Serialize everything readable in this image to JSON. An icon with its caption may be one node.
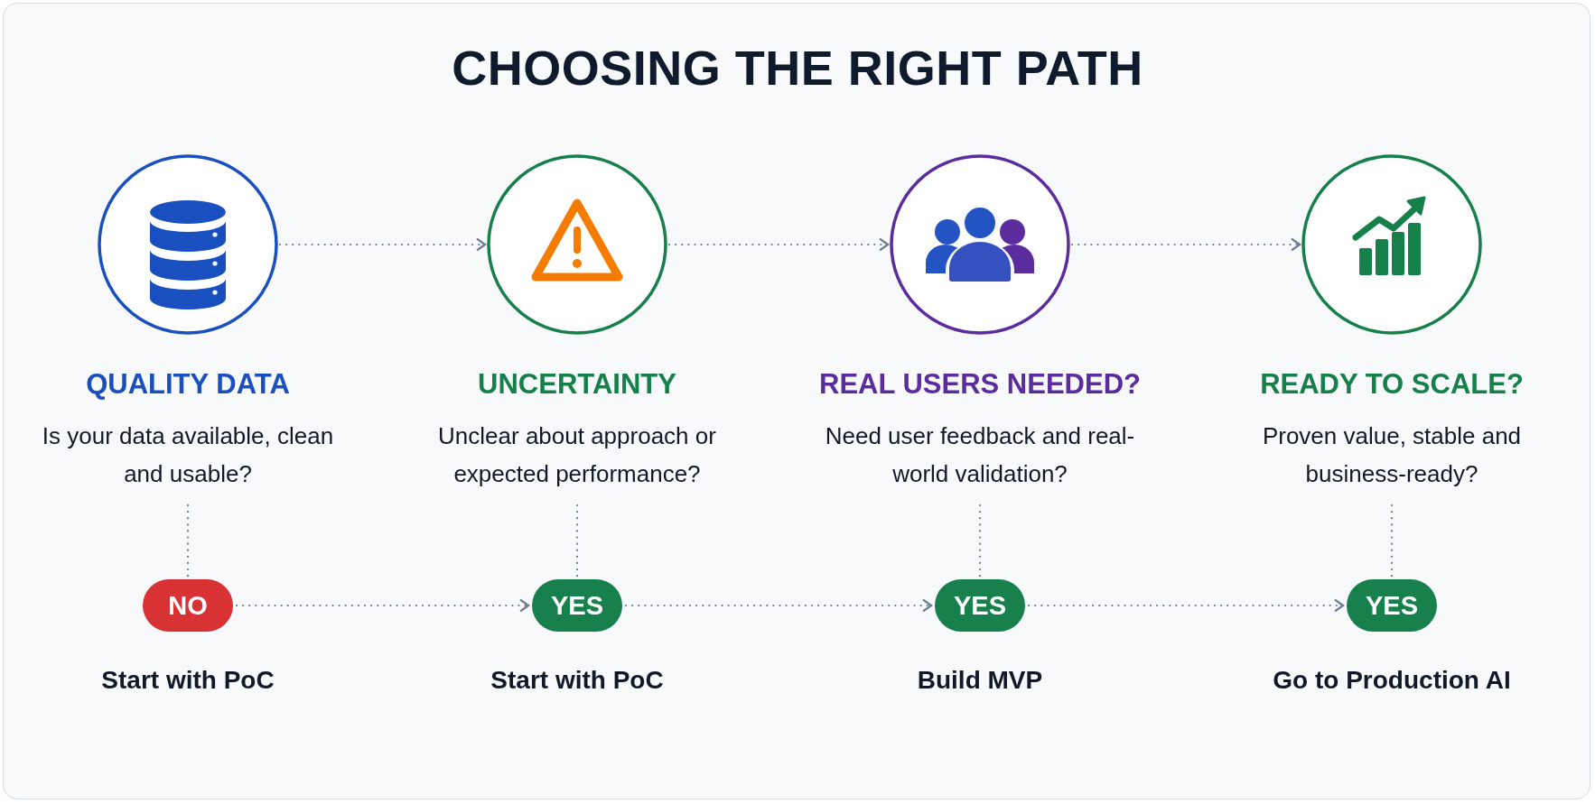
{
  "diagram": {
    "title": "CHOOSING THE RIGHT PATH",
    "nodes": [
      {
        "text": [],
        "shape": "circle"
      },
      {
        "text": [],
        "shape": "circle"
      },
      {
        "text": [],
        "shape": "circle"
      },
      {
        "text": [],
        "shape": "circle"
      },
      {
        "text": [
          "QUALITY DATA",
          "Is your data available, clean and usable?"
        ]
      },
      {
        "text": [
          "UNCERTAINTY",
          "Unclear about approach or expected performance?"
        ]
      },
      {
        "text": [
          "REAL USERS NEEDED?",
          "Need user feedback and real-world validation?"
        ]
      },
      {
        "text": [
          "READY TO SCALE?",
          "Proven value, stable and business-ready?"
        ]
      },
      {
        "text": [
          "NO"
        ],
        "beside": [
          "Start with PoC"
        ]
      },
      {
        "text": [
          "YES"
        ],
        "beside": [
          "Start with PoC"
        ]
      },
      {
        "text": [
          "YES"
        ],
        "beside": [
          "Build MVP"
        ]
      },
      {
        "text": [
          "YES"
        ],
        "beside": [
          "Go to Production AI"
        ]
      }
    ],
    "edges": [
      {
        "from": 0,
        "to": 1,
        "arrow": "to"
      },
      {
        "from": 1,
        "to": 2,
        "arrow": "to"
      },
      {
        "from": 2,
        "to": 3,
        "arrow": "to"
      },
      {
        "from": 4,
        "to": 8,
        "arrow": "none"
      },
      {
        "from": 5,
        "to": 9,
        "arrow": "none"
      },
      {
        "from": 6,
        "to": 10,
        "arrow": "none"
      },
      {
        "from": 7,
        "to": 11,
        "arrow": "none"
      },
      {
        "from": 8,
        "to": 9,
        "arrow": "to"
      },
      {
        "from": 9,
        "to": 10,
        "arrow": "to"
      },
      {
        "from": 10,
        "to": 11,
        "arrow": "to"
      }
    ]
  }
}
